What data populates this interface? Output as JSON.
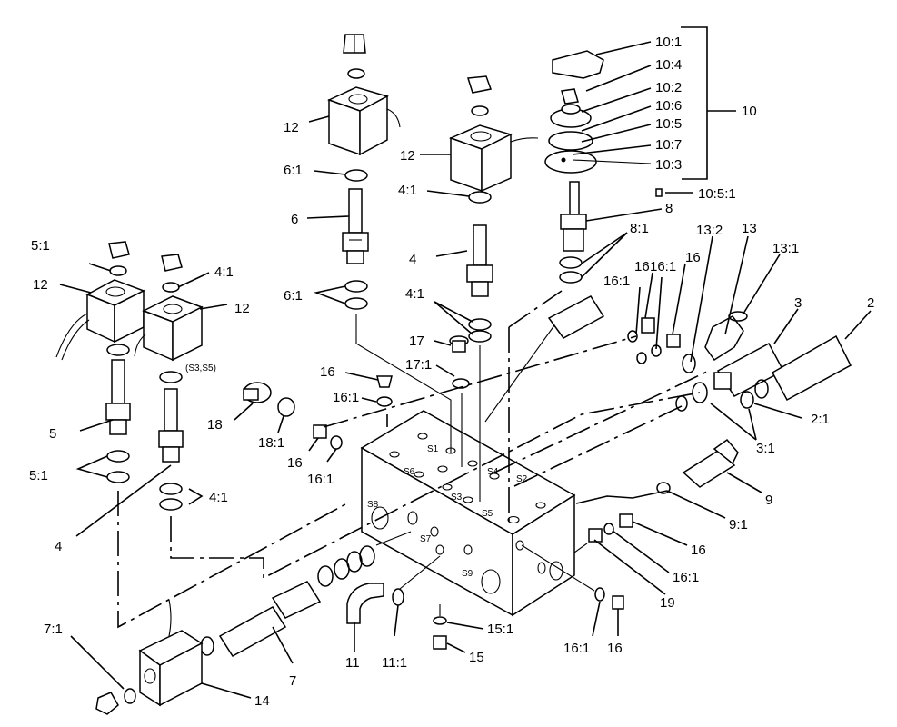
{
  "callouts": [
    {
      "text": "10:1"
    },
    {
      "text": "10:4"
    },
    {
      "text": "10:2"
    },
    {
      "text": "10:6"
    },
    {
      "text": "10:5"
    },
    {
      "text": "10:7"
    },
    {
      "text": "10:3"
    },
    {
      "text": "10"
    },
    {
      "text": "10:5:1"
    },
    {
      "text": "8"
    },
    {
      "text": "8:1"
    },
    {
      "text": "13:2"
    },
    {
      "text": "13"
    },
    {
      "text": "13:1"
    },
    {
      "text": "3"
    },
    {
      "text": "2"
    },
    {
      "text": "16"
    },
    {
      "text": "16:1"
    },
    {
      "text": "16"
    },
    {
      "text": "16:1"
    },
    {
      "text": "2:1"
    },
    {
      "text": "3:1"
    },
    {
      "text": "9"
    },
    {
      "text": "9:1"
    },
    {
      "text": "16"
    },
    {
      "text": "16:1"
    },
    {
      "text": "19"
    },
    {
      "text": "16:1"
    },
    {
      "text": "16"
    },
    {
      "text": "15:1"
    },
    {
      "text": "15"
    },
    {
      "text": "11:1"
    },
    {
      "text": "11"
    },
    {
      "text": "7"
    },
    {
      "text": "14"
    },
    {
      "text": "7:1"
    },
    {
      "text": "4"
    },
    {
      "text": "4:1"
    },
    {
      "text": "5:1"
    },
    {
      "text": "5"
    },
    {
      "text": "12"
    },
    {
      "text": "12"
    },
    {
      "text": "4:1"
    },
    {
      "text": "5:1"
    },
    {
      "text": "(S3,S5)"
    },
    {
      "text": "18"
    },
    {
      "text": "18:1"
    },
    {
      "text": "16"
    },
    {
      "text": "16:1"
    },
    {
      "text": "16"
    },
    {
      "text": "16:1"
    },
    {
      "text": "17"
    },
    {
      "text": "17:1"
    },
    {
      "text": "4:1"
    },
    {
      "text": "4"
    },
    {
      "text": "4:1"
    },
    {
      "text": "12"
    },
    {
      "text": "12"
    },
    {
      "text": "6:1"
    },
    {
      "text": "6"
    },
    {
      "text": "6:1"
    }
  ],
  "ports": [
    {
      "text": "S1"
    },
    {
      "text": "S4"
    },
    {
      "text": "S2"
    },
    {
      "text": "S6"
    },
    {
      "text": "S3"
    },
    {
      "text": "S5"
    },
    {
      "text": "S8"
    },
    {
      "text": "S7"
    },
    {
      "text": "S9"
    }
  ]
}
